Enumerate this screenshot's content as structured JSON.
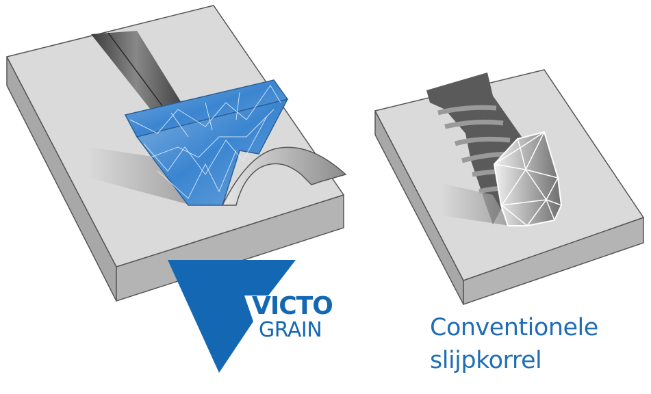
{
  "logo": {
    "line1": "VICTO",
    "line2": "GRAIN"
  },
  "caption": {
    "line1": "Conventionele",
    "line2": "slijpkorrel"
  },
  "colors": {
    "brand_blue": "#1468b3",
    "text_blue": "#1f6db5",
    "plate_top": "#d9d9d9",
    "plate_side": "#a9a9a9",
    "groove": "#5a5a5a"
  }
}
